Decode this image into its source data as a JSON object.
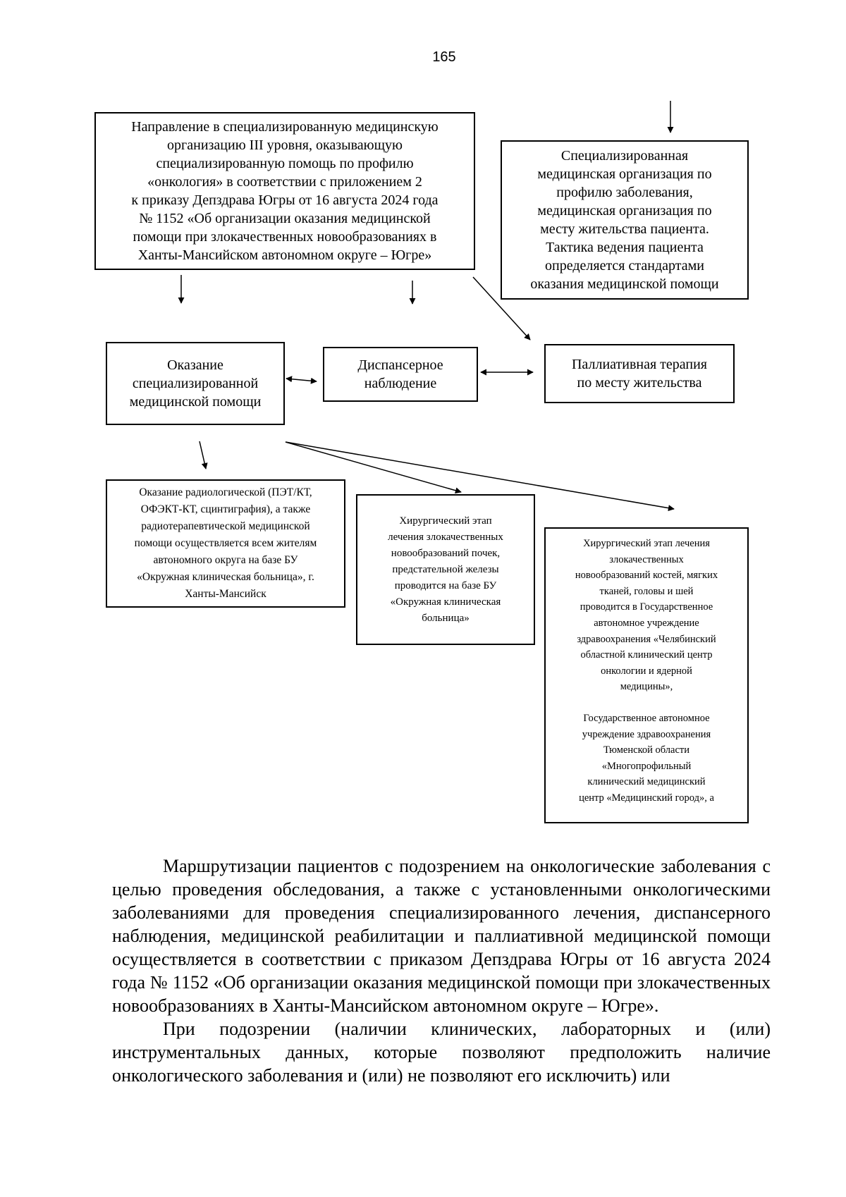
{
  "page_number": "165",
  "flowchart": {
    "referral": "Направление в специализированную медицинскую\nорганизацию III уровня, оказывающую\nспециализированную помощь по профилю\n«онкология» в соответствии с приложением 2\nк приказу Депздрава Югры от 16 августа 2024 года\n№ 1152 «Об организации оказания медицинской\nпомощи при злокачественных новообразованиях в\nХанты-Мансийском автономном округе – Югре»",
    "specialized_org": "Специализированная\nмедицинская организация по\nпрофилю заболевания,\nмедицинская организация по\nместу жительства пациента.\nТактика ведения пациента\nопределяется стандартами\nоказания медицинской помощи",
    "specialized_care": "Оказание\nспециализированной\nмедицинской помощи",
    "dispensary": "Диспансерное\nнаблюдение",
    "palliative": "Паллиативная терапия\nпо месту жительства",
    "radiology": "Оказание радиологической (ПЭТ/КТ,\nОФЭКТ-КТ, сцинтиграфия), а также\nрадиотерапевтической медицинской\nпомощи осуществляется всем жителям\nавтономного округа  на базе БУ\n«Окружная клиническая больница», г.\nХанты-Мансийск",
    "surgical_kidney": "Хирургический этап\nлечения злокачественных\nновообразований почек,\nпредстательной железы\nпроводится на базе БУ\n«Окружная клиническая\nбольница»",
    "surgical_bone_1": "Хирургический этап лечения\nзлокачественных\nновообразований костей, мягких\nтканей, головы и шей\nпроводится в Государственное\nавтономное учреждение\nздравоохранения «Челябинский\nобластной клинический центр\nонкологии и ядерной\nмедицины»,",
    "surgical_bone_2": "Государственное автономное\nучреждение здравоохранения\nТюменской области\n«Многопрофильный\nклинический медицинский\nцентр «Медицинский город», а"
  },
  "body": {
    "paragraph_1": "Маршрутизации пациентов с подозрением на онкологические заболевания с целью проведения обследования, а также с установленными онкологическими заболеваниями для проведения специализированного лечения, диспансерного наблюдения, медицинской реабилитации и паллиативной медицинской помощи осуществляется в соответствии с приказом Депздрава Югры от 16 августа 2024 года № 1152 «Об организации оказания медицинской помощи при злокачественных новообразованиях в Ханты-Мансийском автономном округе – Югре».",
    "paragraph_2": "При подозрении (наличии клинических, лабораторных и (или) инструментальных данных, которые позволяют предположить наличие онкологического заболевания и (или) не позволяют его исключить) или"
  }
}
